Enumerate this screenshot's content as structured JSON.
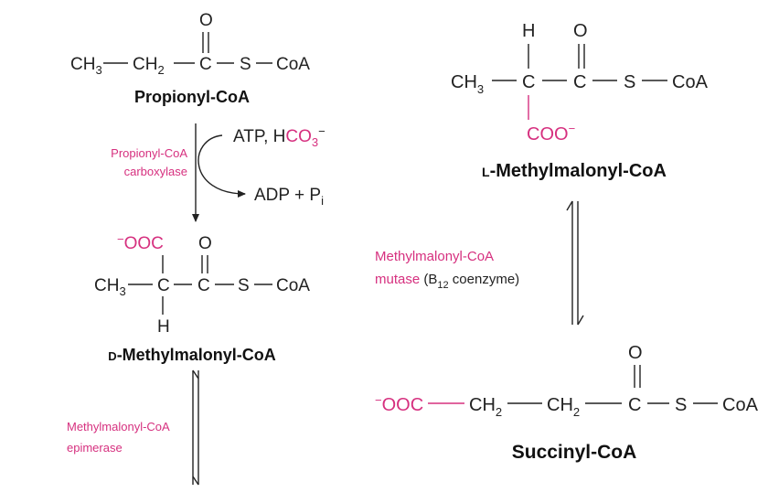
{
  "colors": {
    "enzyme": "#d6307f",
    "text": "#222222"
  },
  "atoms": {
    "CH3": "CH",
    "CH2": "CH",
    "sub3": "3",
    "sub2": "2",
    "C": "C",
    "S": "S",
    "O": "O",
    "H": "H",
    "CoA": "CoA",
    "OOC": "OOC",
    "minus": "−",
    "COO": "COO"
  },
  "propionyl": {
    "name": "Propionyl-CoA"
  },
  "step1": {
    "enzyme_line1": "Propionyl-CoA",
    "enzyme_line2": "carboxylase",
    "in_atp": "ATP, H",
    "in_co": "CO",
    "in_sub": "3",
    "in_charge": "−",
    "out": "ADP + P",
    "out_sub": "i"
  },
  "d_methylmalonyl": {
    "prefix": "D",
    "name": "-Methylmalonyl-CoA"
  },
  "step2": {
    "enzyme_line1": "Methylmalonyl-CoA",
    "enzyme_line2": "epimerase"
  },
  "l_methylmalonyl": {
    "prefix": "L",
    "name": "-Methylmalonyl-CoA"
  },
  "step3": {
    "enzyme_line1": "Methylmalonyl-CoA",
    "enzyme_line2": "mutase",
    "cofactor_open": " (B",
    "cofactor_sub": "12",
    "cofactor_close": " coenzyme)"
  },
  "succinyl": {
    "name": "Succinyl-CoA"
  }
}
